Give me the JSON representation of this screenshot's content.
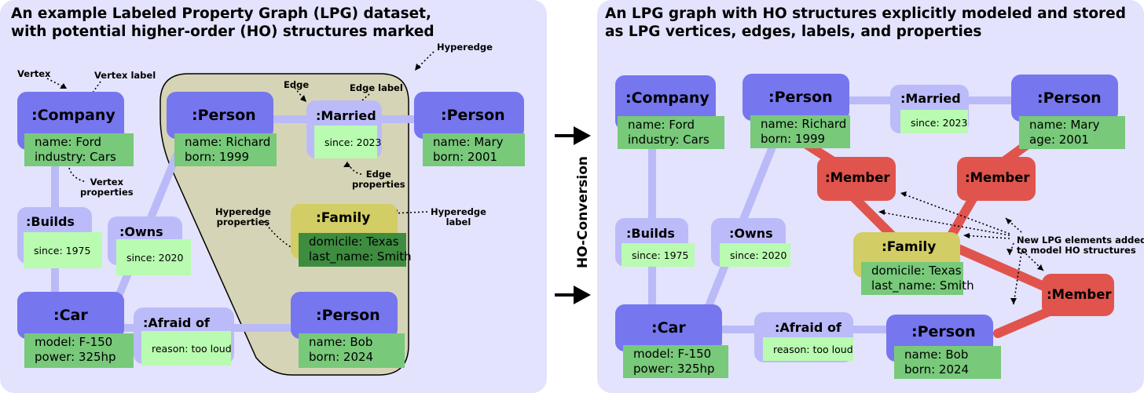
{
  "left": {
    "title_line1": "An example Labeled Property Graph (LPG) dataset,",
    "title_line2": "with potential higher-order (HO) structures marked",
    "company": {
      "label": ":Company",
      "props": [
        "name: Ford",
        "industry: Cars"
      ]
    },
    "person_richard": {
      "label": ":Person",
      "props": [
        "name: Richard",
        "born: 1999"
      ]
    },
    "married": {
      "label": ":Married",
      "props": [
        "since: 2023"
      ]
    },
    "person_mary": {
      "label": ":Person",
      "props": [
        "name: Mary",
        "born: 2001"
      ]
    },
    "builds": {
      "label": ":Builds",
      "props": [
        "since: 1975"
      ]
    },
    "owns": {
      "label": ":Owns",
      "props": [
        "since: 2020"
      ]
    },
    "family": {
      "label": ":Family",
      "props": [
        "domicile: Texas",
        "last_name: Smith"
      ]
    },
    "car": {
      "label": ":Car",
      "props": [
        "model: F-150",
        "power: 325hp"
      ]
    },
    "afraid": {
      "label": ":Afraid of",
      "props": [
        "reason: too loud"
      ]
    },
    "person_bob": {
      "label": ":Person",
      "props": [
        "name: Bob",
        "born: 2024"
      ]
    },
    "annotations": {
      "vertex": "Vertex",
      "vertex_label": "Vertex label",
      "vertex_props_1": "Vertex",
      "vertex_props_2": "properties",
      "hyperedge": "Hyperedge",
      "edge": "Edge",
      "edge_label": "Edge label",
      "edge_props_1": "Edge",
      "edge_props_2": "properties",
      "hyperedge_props_1": "Hyperedge",
      "hyperedge_props_2": "properties",
      "hyperedge_label_1": "Hyperedge",
      "hyperedge_label_2": "label"
    }
  },
  "arrow_label": "HO-Conversion",
  "right": {
    "title_line1": "An LPG graph with HO structures explicitly modeled and stored",
    "title_line2": "as LPG vertices, edges, labels, and properties",
    "company": {
      "label": ":Company",
      "props": [
        "name: Ford",
        "industry: Cars"
      ]
    },
    "person_richard": {
      "label": ":Person",
      "props": [
        "name: Richard",
        "born: 1999"
      ]
    },
    "married": {
      "label": ":Married",
      "props": [
        "since: 2023"
      ]
    },
    "person_mary": {
      "label": ":Person",
      "props": [
        "name: Mary",
        "age: 2001"
      ]
    },
    "member1": {
      "label": ":Member"
    },
    "member2": {
      "label": ":Member"
    },
    "member3": {
      "label": ":Member"
    },
    "builds": {
      "label": ":Builds",
      "props": [
        "since: 1975"
      ]
    },
    "owns": {
      "label": ":Owns",
      "props": [
        "since: 2020"
      ]
    },
    "family": {
      "label": ":Family",
      "props": [
        "domicile: Texas",
        "last_name: Smith"
      ]
    },
    "car": {
      "label": ":Car",
      "props": [
        "model: F-150",
        "power: 325hp"
      ]
    },
    "afraid": {
      "label": ":Afraid of",
      "props": [
        "reason: too loud"
      ]
    },
    "person_bob": {
      "label": ":Person",
      "props": [
        "name: Bob",
        "born: 2024"
      ]
    },
    "new_elements_1": "New LPG elements added",
    "new_elements_2": "to model HO structures"
  }
}
